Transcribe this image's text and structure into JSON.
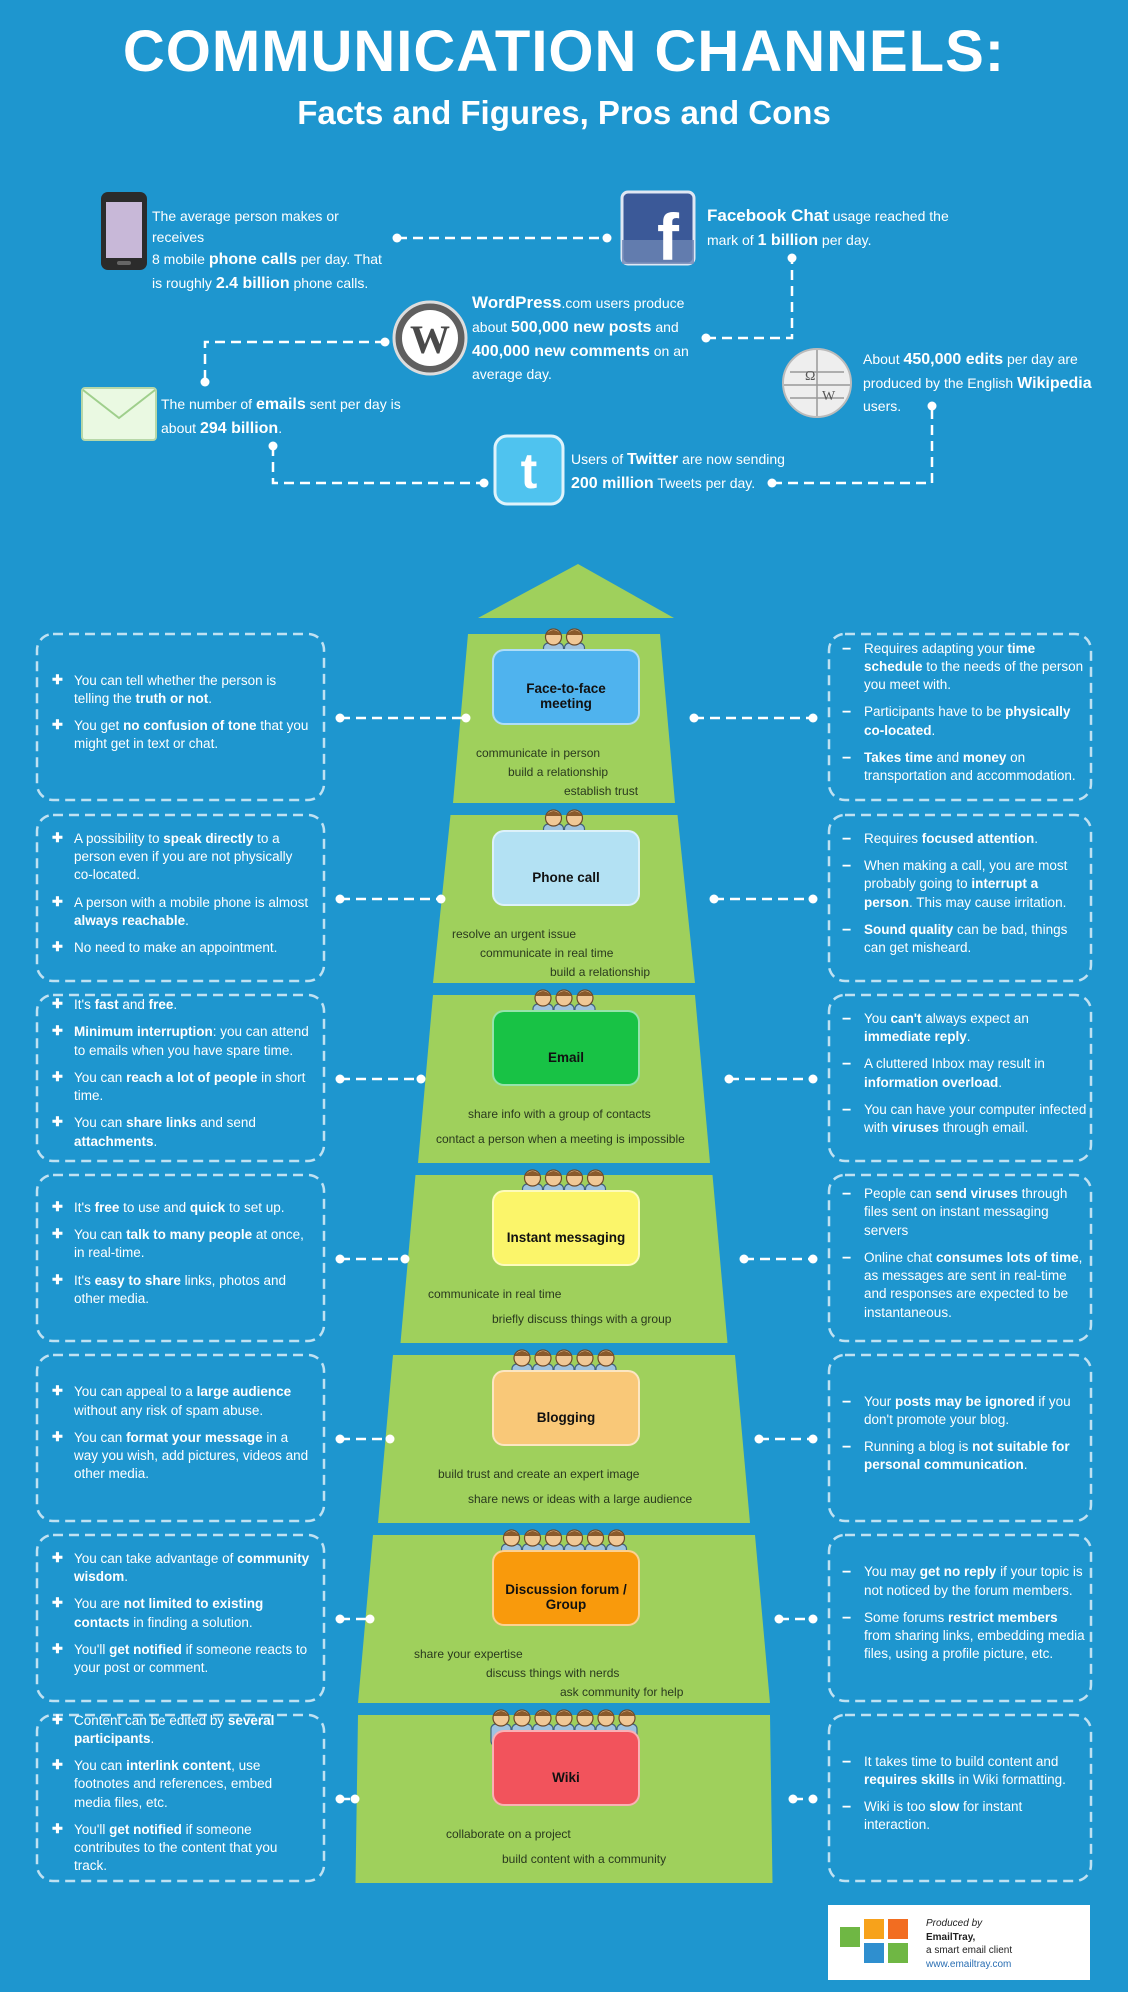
{
  "header": {
    "title": "COMMUNICATION CHANNELS:",
    "subtitle": "Facts and Figures, Pros and Cons"
  },
  "facts": {
    "phone": [
      "The average person makes or receives",
      "8 mobile ",
      "phone calls",
      " per day.  That",
      "is roughly ",
      "2.4 billion",
      " phone calls."
    ],
    "facebook": [
      "Facebook Chat",
      " usage reached the",
      "mark of ",
      "1 billion",
      " per day."
    ],
    "wordpress": [
      "WordPress",
      ".com users produce",
      "about ",
      "500,000 new posts",
      " and",
      "400,000 new comments",
      " on an",
      "average day."
    ],
    "wikipedia": [
      "About ",
      "450,000 edits",
      " per day are",
      "produced by the English ",
      "Wikipedia",
      "users."
    ],
    "email": [
      "The number of ",
      "emails",
      " sent per day is",
      "about ",
      "294 billion",
      "."
    ],
    "twitter": [
      "Users of ",
      "Twitter",
      " are now sending",
      "200 million",
      " Tweets per day."
    ]
  },
  "channels": [
    {
      "name": "Face-to-face meeting",
      "color": "#4fb3ee",
      "activities": [
        "communicate in person",
        "build a relationship",
        "establish trust"
      ]
    },
    {
      "name": "Phone call",
      "color": "#b3e1f3",
      "activities": [
        "resolve an urgent issue",
        "communicate in real time",
        "build a relationship"
      ]
    },
    {
      "name": "Email",
      "color": "#18c245",
      "activities": [
        "share info with a group of contacts",
        "contact a person when a meeting is impossible"
      ]
    },
    {
      "name": "Instant messaging",
      "color": "#fbf56a",
      "activities": [
        "communicate in real time",
        "briefly discuss things with a group"
      ]
    },
    {
      "name": "Blogging",
      "color": "#f9c878",
      "activities": [
        "build trust and create an expert image",
        "share news or ideas with a large audience"
      ]
    },
    {
      "name": "Discussion forum / Group",
      "color": "#f99a0c",
      "activities": [
        "share your expertise",
        "discuss things with nerds",
        "ask community for help"
      ]
    },
    {
      "name": "Wiki",
      "color": "#f2535c",
      "activities": [
        "collaborate on a project",
        "build content with a community"
      ]
    }
  ],
  "pros": [
    [
      [
        "You can tell whether the person is telling the ",
        "truth or not",
        "."
      ],
      [
        "You get ",
        "no confusion of tone",
        " that you might get in text or chat."
      ]
    ],
    [
      [
        "A possibility to ",
        "speak directly",
        " to a person even if you are not physically co-located."
      ],
      [
        "A person with a mobile phone is almost ",
        "always reachable",
        "."
      ],
      [
        "No need to make an appointment.",
        "",
        ""
      ]
    ],
    [
      [
        "It's ",
        "fast",
        " and ",
        "free",
        "."
      ],
      [
        "",
        "Minimum interruption",
        ": you can attend to emails when you have spare time."
      ],
      [
        "You can ",
        "reach a lot of people",
        " in short time."
      ],
      [
        "You can ",
        "share links",
        " and send ",
        "attachments",
        "."
      ]
    ],
    [
      [
        "It's ",
        "free",
        " to use and ",
        "quick",
        " to set up."
      ],
      [
        "You can ",
        "talk to many people",
        " at once, in real-time."
      ],
      [
        "It's ",
        "easy to share",
        " links, photos and other media."
      ]
    ],
    [
      [
        "You can appeal to a ",
        "large audience",
        " without any risk of spam abuse."
      ],
      [
        "You can ",
        "format your message",
        " in a way you wish, add pictures, videos and other media."
      ]
    ],
    [
      [
        "You can take advantage of ",
        "community wisdom",
        "."
      ],
      [
        "You are ",
        "not limited to existing contacts",
        " in finding a solution."
      ],
      [
        "You'll ",
        "get notified",
        " if someone reacts to your post or comment."
      ]
    ],
    [
      [
        "Content can be edited by ",
        "several participants",
        "."
      ],
      [
        "You can ",
        "interlink content",
        ", use footnotes and references, embed media files, etc."
      ],
      [
        "You'll ",
        "get notified",
        " if someone contributes to the content that you track."
      ]
    ]
  ],
  "cons": [
    [
      [
        "Requires adapting your ",
        "time schedule",
        " to the needs of the person you meet with."
      ],
      [
        "Participants have to be ",
        "physically co-located",
        "."
      ],
      [
        "",
        "Takes time",
        " and ",
        "money",
        " on transportation and accommodation."
      ]
    ],
    [
      [
        "Requires ",
        "focused attention",
        "."
      ],
      [
        "When making a call, you are most probably going to ",
        "interrupt a person",
        ". This may cause irritation."
      ],
      [
        "",
        "Sound quality",
        " can be bad, things can get misheard."
      ]
    ],
    [
      [
        "You ",
        "can't",
        " always expect an ",
        "immediate reply",
        "."
      ],
      [
        "A cluttered Inbox may result in ",
        "information overload",
        "."
      ],
      [
        "You can have your computer infected with ",
        "viruses",
        " through email."
      ]
    ],
    [
      [
        "People can ",
        "send viruses",
        " through files sent on instant messaging servers"
      ],
      [
        "Online chat ",
        "consumes lots of time",
        ", as messages are sent in real-time and responses are expected to be instantaneous."
      ]
    ],
    [
      [
        "Your ",
        "posts may be ignored",
        " if you don't promote your blog."
      ],
      [
        "Running a blog is ",
        "not suitable for personal communication",
        "."
      ]
    ],
    [
      [
        "You may ",
        "get no reply",
        " if your topic is not noticed by the forum members."
      ],
      [
        "Some forums ",
        "restrict members",
        " from sharing links, embedding media files, using a profile picture, etc."
      ]
    ],
    [
      [
        "It takes time to build content and ",
        "requires skills",
        " in Wiki formatting."
      ],
      [
        "Wiki is too ",
        "slow",
        " for instant interaction."
      ]
    ]
  ],
  "credit": {
    "produced": "Produced by",
    "company": "EmailTray,",
    "tagline": "a smart email client",
    "url": "www.emailtray.com"
  },
  "colors": {
    "background": "#1e96cf",
    "pyramid": "#9fd05c",
    "person": "#9fc3e0"
  }
}
